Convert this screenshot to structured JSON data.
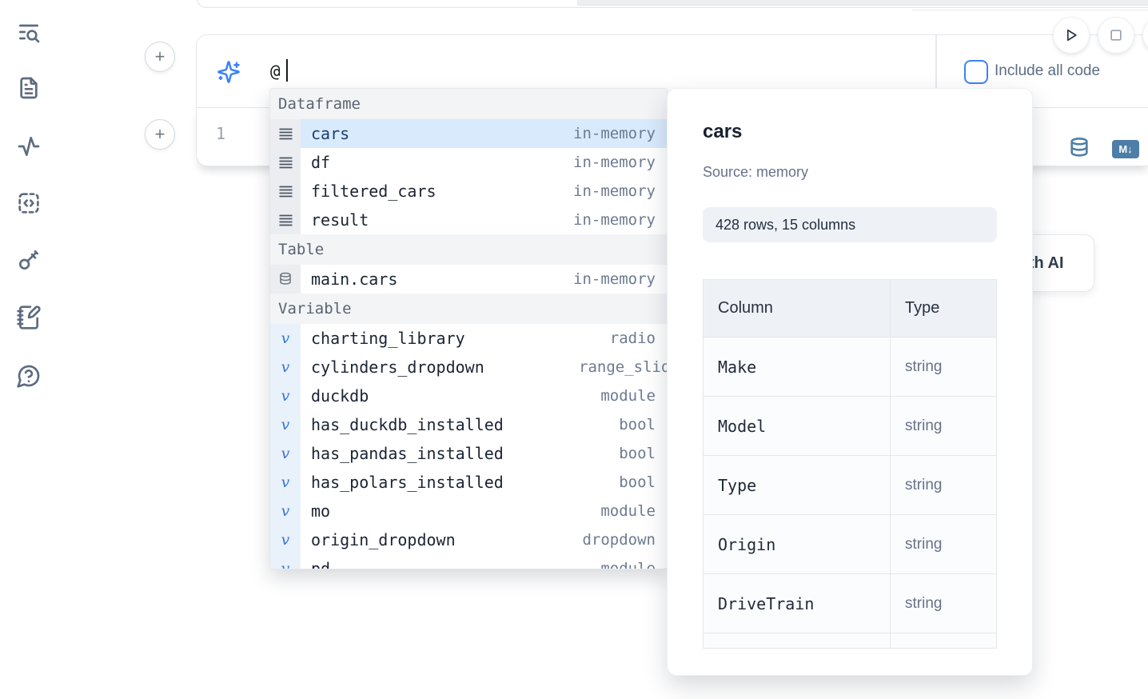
{
  "accent": {
    "blue": "#3b82f6",
    "steel_blue": "#4d7ea8",
    "selection_bg": "#d9eafc"
  },
  "sidebar": {
    "icons": [
      {
        "name": "list-search-icon"
      },
      {
        "name": "file-document-icon"
      },
      {
        "name": "activity-icon"
      },
      {
        "name": "code-snippet-icon"
      },
      {
        "name": "key-icon"
      },
      {
        "name": "notebook-pen-icon"
      },
      {
        "name": "help-chat-icon"
      }
    ]
  },
  "toolbar": {
    "include_all_code_label": "Include all code",
    "include_all_code_checked": false,
    "run_button": "play-icon",
    "stop_button": "stop-icon"
  },
  "prompt": {
    "value": "@",
    "icon": "sparkles-icon"
  },
  "editor": {
    "line_number": "1",
    "icons": [
      "database-icon",
      "markdown-icon"
    ],
    "markdown_badge": "M↓"
  },
  "ai_button": {
    "label": "Generate with AI"
  },
  "add_cell_button": {
    "label": "+"
  },
  "autocomplete": {
    "sections": [
      {
        "label": "Dataframe",
        "items": [
          {
            "name": "cars",
            "type": "in-memory",
            "icon": "dataframe-icon",
            "selected": true
          },
          {
            "name": "df",
            "type": "in-memory",
            "icon": "dataframe-icon",
            "selected": false
          },
          {
            "name": "filtered_cars",
            "type": "in-memory",
            "icon": "dataframe-icon",
            "selected": false
          },
          {
            "name": "result",
            "type": "in-memory",
            "icon": "dataframe-icon",
            "selected": false
          }
        ]
      },
      {
        "label": "Table",
        "items": [
          {
            "name": "main.cars",
            "type": "in-memory",
            "icon": "database-icon",
            "selected": false
          }
        ]
      },
      {
        "label": "Variable",
        "items": [
          {
            "name": "charting_library",
            "type": "radio",
            "icon": "variable-icon",
            "selected": false
          },
          {
            "name": "cylinders_dropdown",
            "type": "range_slider",
            "type_visible": "range_sli",
            "icon": "variable-icon",
            "selected": false
          },
          {
            "name": "duckdb",
            "type": "module",
            "icon": "variable-icon",
            "selected": false
          },
          {
            "name": "has_duckdb_installed",
            "type": "bool",
            "icon": "variable-icon",
            "selected": false
          },
          {
            "name": "has_pandas_installed",
            "type": "bool",
            "icon": "variable-icon",
            "selected": false
          },
          {
            "name": "has_polars_installed",
            "type": "bool",
            "icon": "variable-icon",
            "selected": false
          },
          {
            "name": "mo",
            "type": "module",
            "icon": "variable-icon",
            "selected": false
          },
          {
            "name": "origin_dropdown",
            "type": "dropdown",
            "icon": "variable-icon",
            "selected": false
          },
          {
            "name": "pd",
            "type": "module",
            "icon": "variable-icon",
            "selected": false,
            "clipped": true
          }
        ]
      }
    ]
  },
  "preview": {
    "title": "cars",
    "source": "Source: memory",
    "shape": "428 rows, 15 columns",
    "table": {
      "headers": [
        "Column",
        "Type"
      ],
      "rows": [
        {
          "column": "Make",
          "type": "string"
        },
        {
          "column": "Model",
          "type": "string"
        },
        {
          "column": "Type",
          "type": "string"
        },
        {
          "column": "Origin",
          "type": "string"
        },
        {
          "column": "DriveTrain",
          "type": "string"
        }
      ]
    }
  }
}
